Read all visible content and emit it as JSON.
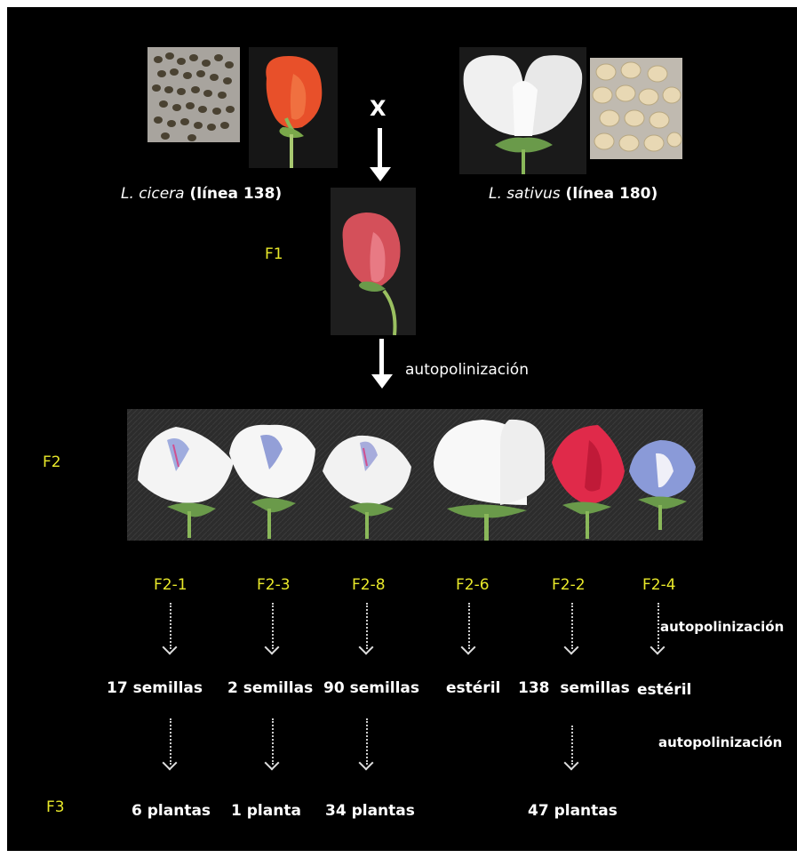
{
  "parents": {
    "left_label_species": "L. cicera",
    "left_label_line": " (línea 138)",
    "right_label_species": "L. sativus",
    "right_label_line": " (línea  180)",
    "cross_symbol": "X"
  },
  "generations": {
    "f1": "F1",
    "f2": "F2",
    "f3": "F3"
  },
  "process": {
    "selfing": "autopolinización"
  },
  "f2_lines": [
    {
      "id": "F2-1",
      "seeds": "17 semillas",
      "plants": "6 plantas"
    },
    {
      "id": "F2-3",
      "seeds": "2 semillas",
      "plants": "1 planta"
    },
    {
      "id": "F2-8",
      "seeds": "90 semillas",
      "plants": "34 plantas"
    },
    {
      "id": "F2-6",
      "seeds": "estéril",
      "plants": ""
    },
    {
      "id": "F2-2",
      "seeds": "138  semillas",
      "plants": "47 plantas"
    },
    {
      "id": "F2-4",
      "seeds": "estéril",
      "plants": ""
    }
  ],
  "colors": {
    "background": "#000000",
    "generation_label": "#e8e82a",
    "text": "#ffffff",
    "cicera_flower": "#e8502a",
    "f1_flower": "#d4505a",
    "f2_2_flower": "#e02a4a",
    "f2_4_flower": "#8a9ad8",
    "white_flower": "#f4f4f4"
  }
}
